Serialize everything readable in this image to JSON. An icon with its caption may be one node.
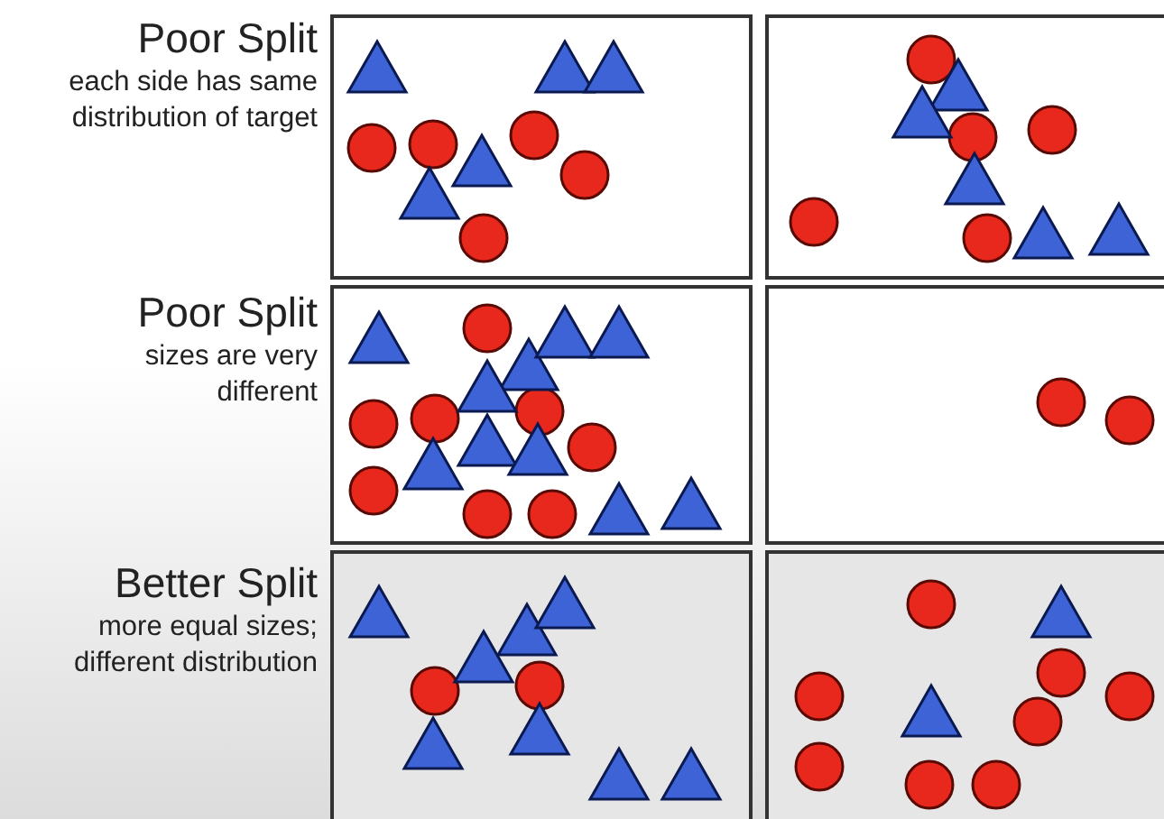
{
  "diagram": {
    "labels": [
      "Poor Split",
      "each side has same distribution of target",
      "Poor Split",
      "sizes are very different",
      "Better Split",
      "more equal sizes; different distribution"
    ]
  }
}
